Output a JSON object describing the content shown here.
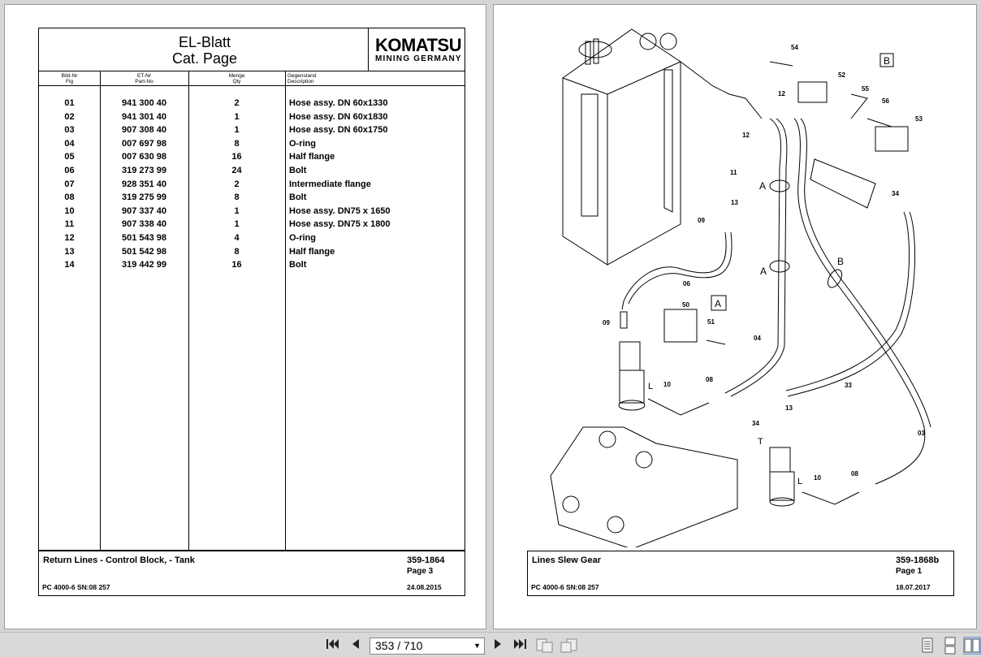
{
  "left_page": {
    "title_line1": "EL-Blatt",
    "title_line2": "Cat. Page",
    "logo_main": "KOMATSU",
    "logo_sub": "MINING GERMANY",
    "columns": {
      "fig_de": "Bild-Nr",
      "fig_en": "Fig",
      "part_de": "ET-Nr",
      "part_en": "Part-No",
      "qty_de": "Menge",
      "qty_en": "Qty",
      "desc_de": "Gegenstand",
      "desc_en": "Description"
    },
    "rows": [
      {
        "fig": "01",
        "part": "941 300 40",
        "qty": "2",
        "desc": "Hose assy. DN 60x1330"
      },
      {
        "fig": "02",
        "part": "941 301 40",
        "qty": "1",
        "desc": "Hose assy. DN 60x1830"
      },
      {
        "fig": "03",
        "part": "907 308 40",
        "qty": "1",
        "desc": "Hose assy. DN 60x1750"
      },
      {
        "fig": "04",
        "part": "007 697 98",
        "qty": "8",
        "desc": "O-ring"
      },
      {
        "fig": "05",
        "part": "007 630 98",
        "qty": "16",
        "desc": "Half flange"
      },
      {
        "fig": "06",
        "part": "319 273 99",
        "qty": "24",
        "desc": "Bolt"
      },
      {
        "fig": "07",
        "part": "928 351 40",
        "qty": "2",
        "desc": "Intermediate flange"
      },
      {
        "fig": "08",
        "part": "319 275 99",
        "qty": "8",
        "desc": "Bolt"
      },
      {
        "fig": "10",
        "part": "907 337 40",
        "qty": "1",
        "desc": "Hose assy. DN75 x 1650"
      },
      {
        "fig": "11",
        "part": "907 338 40",
        "qty": "1",
        "desc": "Hose assy. DN75 x 1800"
      },
      {
        "fig": "12",
        "part": "501 543 98",
        "qty": "4",
        "desc": "O-ring"
      },
      {
        "fig": "13",
        "part": "501 542 98",
        "qty": "8",
        "desc": "Half flange"
      },
      {
        "fig": "14",
        "part": "319 442 99",
        "qty": "16",
        "desc": "Bolt"
      }
    ],
    "footer": {
      "title": "Return Lines - Control Block, - Tank",
      "number": "359-1864",
      "page": "Page 3",
      "model": "PC 4000-6 SN:08 257",
      "date": "24.08.2015"
    }
  },
  "right_page": {
    "labels": {
      "l54": "54",
      "boxB": "B",
      "l52": "52",
      "l55": "55",
      "l56": "56",
      "l53": "53",
      "l12a": "12",
      "l12b": "12",
      "l11": "11",
      "l13a": "13",
      "l09a": "09",
      "l34a": "34",
      "A1": "A",
      "A2": "A",
      "B2": "B",
      "l06": "06",
      "boxA": "A",
      "l50": "50",
      "l51": "51",
      "l09b": "09",
      "l04": "04",
      "L1": "L",
      "l10a": "10",
      "l08a": "08",
      "l33": "33",
      "l13b": "13",
      "l34b": "34",
      "T": "T",
      "l03": "03",
      "L2": "L",
      "l10b": "10",
      "l08b": "08"
    },
    "footer": {
      "title": "Lines Slew Gear",
      "number": "359-1868b",
      "page": "Page 1",
      "model": "PC 4000-6 SN:08 257",
      "date": "18.07.2017"
    }
  },
  "toolbar": {
    "page_indicator": "353 / 710"
  }
}
